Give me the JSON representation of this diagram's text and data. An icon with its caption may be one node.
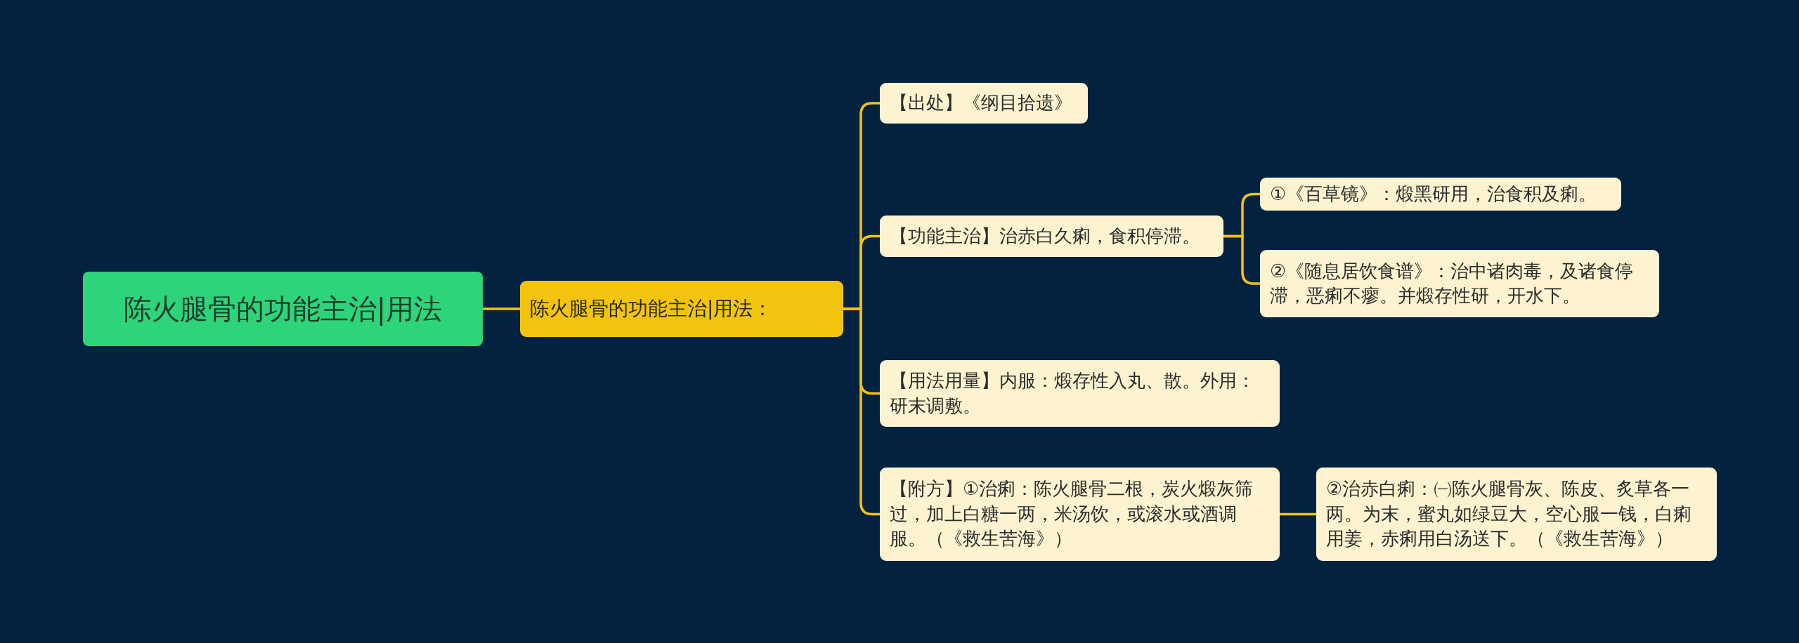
{
  "diagram": {
    "nodes": [
      {
        "text": [
          "陈火腿骨的功能主治|用法"
        ]
      },
      {
        "text": [
          "陈火腿骨的功能主治|用法："
        ]
      },
      {
        "text": [
          "【出处】《纲目拾遗》"
        ]
      },
      {
        "text": [
          "【功能主治】治赤白久痢，食积停滞。"
        ]
      },
      {
        "text": [
          "①《百草镜》：煅黑研用，治食积及痢。"
        ]
      },
      {
        "text": [
          "②《随息居饮食谱》：治中诸肉毒，及诸食停滞，恶痢不瘳。并煅存性研，开水下。"
        ]
      },
      {
        "text": [
          "【用法用量】内服：煅存性入丸、散。外用：研末调敷。"
        ]
      },
      {
        "text": [
          "【附方】①治痢：陈火腿骨二根，炭火煅灰筛过，加上白糖一两，米汤饮，或滚水或酒调服。（《救生苦海》）"
        ]
      },
      {
        "text": [
          "②治赤白痢：㈠陈火腿骨灰、陈皮、炙草各一两。为末，蜜丸如绿豆大，空心服一钱，白痢用姜，赤痢用白汤送下。（《救生苦海》）"
        ]
      }
    ],
    "edges": [
      {
        "from": 0,
        "to": 1,
        "arrow": "none"
      },
      {
        "from": 1,
        "to": 2,
        "arrow": "none"
      },
      {
        "from": 1,
        "to": 3,
        "arrow": "none"
      },
      {
        "from": 1,
        "to": 6,
        "arrow": "none"
      },
      {
        "from": 1,
        "to": 7,
        "arrow": "none"
      },
      {
        "from": 3,
        "to": 4,
        "arrow": "none"
      },
      {
        "from": 3,
        "to": 5,
        "arrow": "none"
      },
      {
        "from": 7,
        "to": 8,
        "arrow": "none"
      }
    ]
  }
}
